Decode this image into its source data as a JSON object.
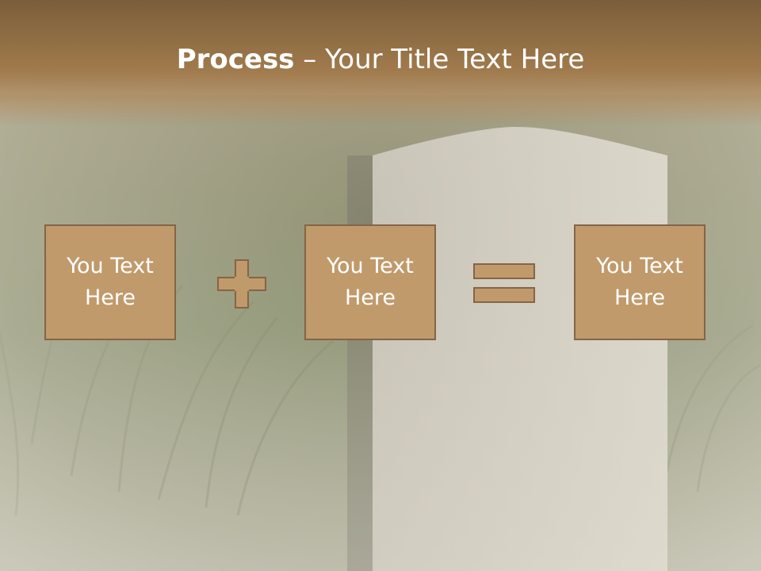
{
  "title": {
    "bold": "Process",
    "rest": " – Your Title Text Here"
  },
  "boxes": [
    {
      "label": "You Text Here"
    },
    {
      "label": "You Text Here"
    },
    {
      "label": "You Text Here"
    }
  ],
  "operators": {
    "plus": "plus-icon",
    "equals": "equals-icon"
  },
  "colors": {
    "box_fill": "#c19a6b",
    "box_border": "#866447",
    "title_band": "#a07a4c"
  }
}
